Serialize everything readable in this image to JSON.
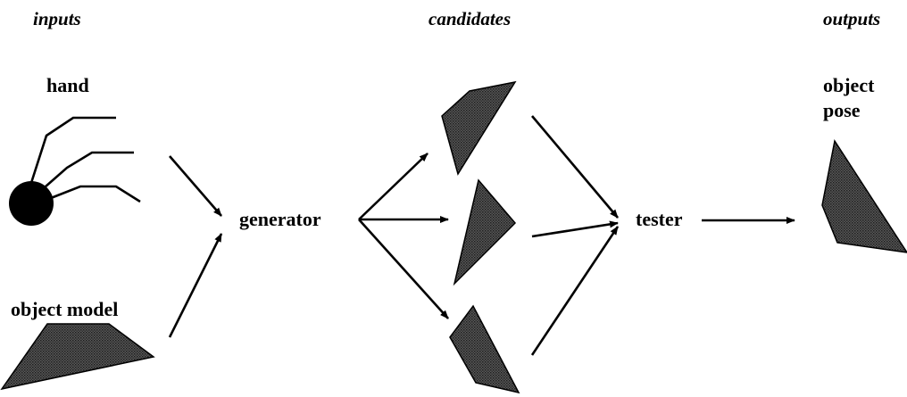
{
  "headers": {
    "inputs": "inputs",
    "candidates": "candidates",
    "outputs": "outputs"
  },
  "inputs": {
    "hand_label": "hand",
    "object_model_label": "object model"
  },
  "process": {
    "generator_label": "generator",
    "tester_label": "tester"
  },
  "outputs": {
    "object_pose_label_line1": "object",
    "object_pose_label_line2": "pose"
  },
  "colors": {
    "ink": "#000000",
    "shape_fill": "#4a4a4a",
    "background": "#ffffff"
  }
}
